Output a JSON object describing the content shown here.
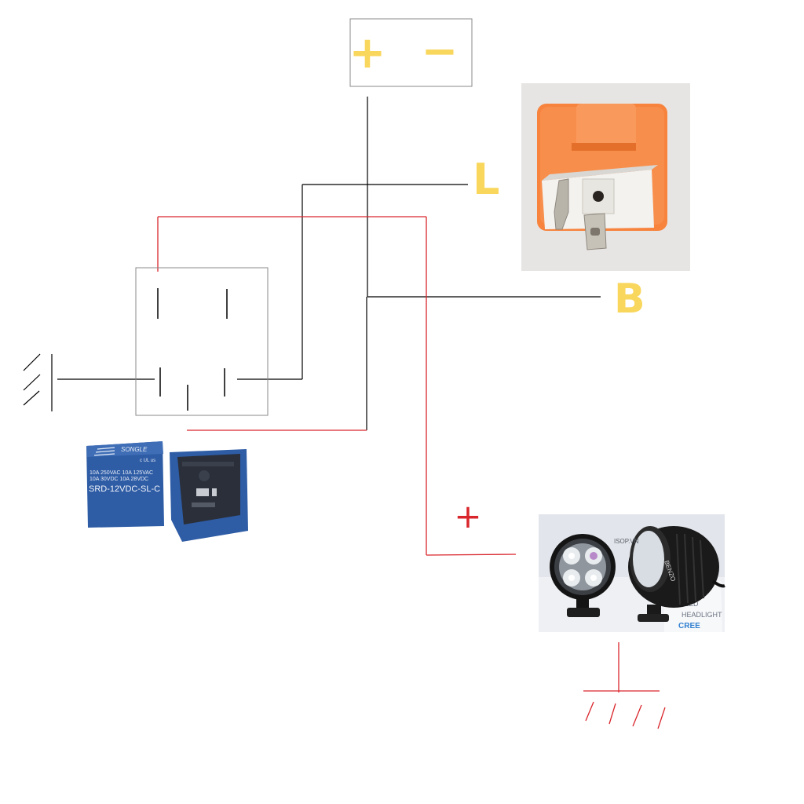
{
  "colors": {
    "yellow": "#F9D65C",
    "wire_black": "#000000",
    "wire_red": "#D9262C",
    "orange": "#F7833D",
    "relay_blue": "#2D5BA3",
    "lamp_black": "#1A1A1A"
  },
  "battery": {
    "plus": "+",
    "minus": "−"
  },
  "flasher": {
    "terminal_l": "L",
    "terminal_b": "B"
  },
  "lamp": {
    "plus_mark": "+",
    "brand": "BENZO",
    "watermark": "ISOP.VN",
    "box_line1": "LED",
    "box_line2": "HEADLIGHT",
    "box_line3": "CREE"
  },
  "relay": {
    "brand": "SONGLE",
    "ratings_line1": "10A  250VAC   10A  125VAC",
    "ratings_line2": "10A   30VDC   10A   28VDC",
    "model": "SRD-12VDC-SL-C",
    "cert": "c UL us"
  },
  "icons": {
    "ground_relay": "ground-symbol-icon",
    "ground_lamp": "ground-symbol-icon",
    "flasher_photo": "flasher-relay-icon",
    "relay_photo": "relay-module-icon",
    "lamp_photo": "led-spotlight-icon"
  }
}
